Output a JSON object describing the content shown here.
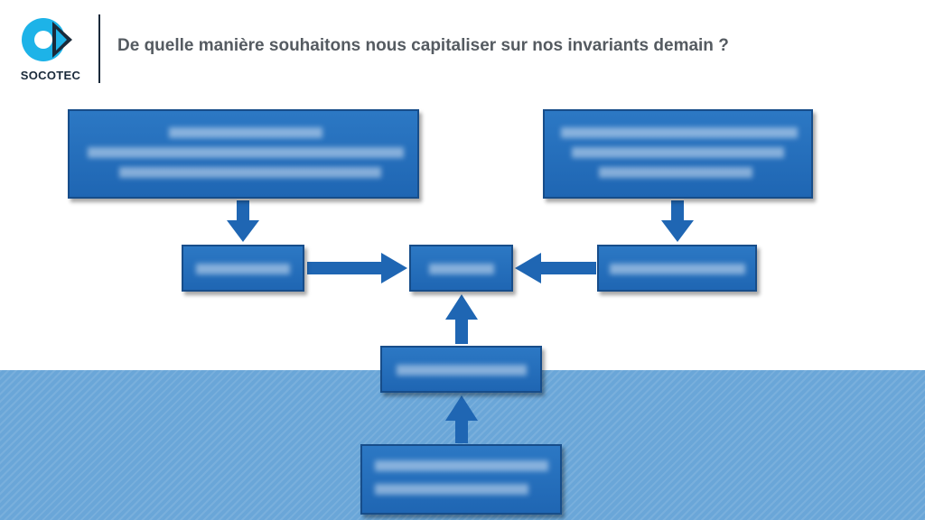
{
  "header": {
    "logo_text": "SOCOTEC",
    "title": "De quelle manière souhaitons nous capitaliser sur nos invariants demain ?"
  },
  "colors": {
    "box_fill": "#2270bd",
    "box_border": "#174d8a",
    "arrow": "#1f66b3",
    "band": "#6aa6d8",
    "logo_blue": "#1db3e8",
    "logo_dark": "#1a2a3a"
  },
  "diagram": {
    "nodes": [
      {
        "id": "top-left",
        "text": ""
      },
      {
        "id": "top-right",
        "text": ""
      },
      {
        "id": "middle-left",
        "text": ""
      },
      {
        "id": "center",
        "text": ""
      },
      {
        "id": "middle-right",
        "text": ""
      },
      {
        "id": "lower-center",
        "text": ""
      },
      {
        "id": "bottom-center",
        "text": ""
      }
    ],
    "edges": [
      {
        "from": "top-left",
        "to": "middle-left"
      },
      {
        "from": "top-right",
        "to": "middle-right"
      },
      {
        "from": "middle-left",
        "to": "center"
      },
      {
        "from": "middle-right",
        "to": "center"
      },
      {
        "from": "lower-center",
        "to": "center"
      },
      {
        "from": "bottom-center",
        "to": "lower-center"
      }
    ]
  }
}
